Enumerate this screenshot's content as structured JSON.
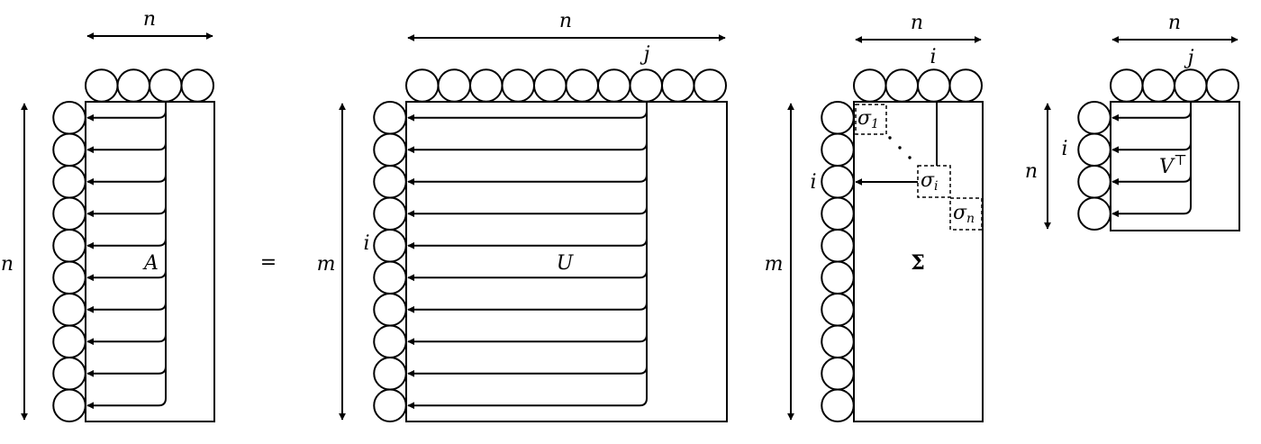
{
  "equals": "=",
  "matrixA": {
    "name": "A",
    "width_dim": "n",
    "height_dim": "n"
  },
  "matrixU": {
    "name": "U",
    "width_dim": "n",
    "height_dim": "m",
    "row_index": "i",
    "col_index": "j"
  },
  "matrixSigma": {
    "name": "Σ",
    "width_dim": "n",
    "height_dim": "m",
    "row_index": "i",
    "col_index": "i",
    "entries": [
      {
        "sym": "σ",
        "sub": "1"
      },
      {
        "sym": "σ",
        "sub": "i"
      },
      {
        "sym": "σ",
        "sub": "n"
      }
    ]
  },
  "matrixV": {
    "name": "V",
    "sup": "⊤",
    "width_dim": "n",
    "height_dim": "n",
    "row_index": "i",
    "col_index": "j"
  }
}
